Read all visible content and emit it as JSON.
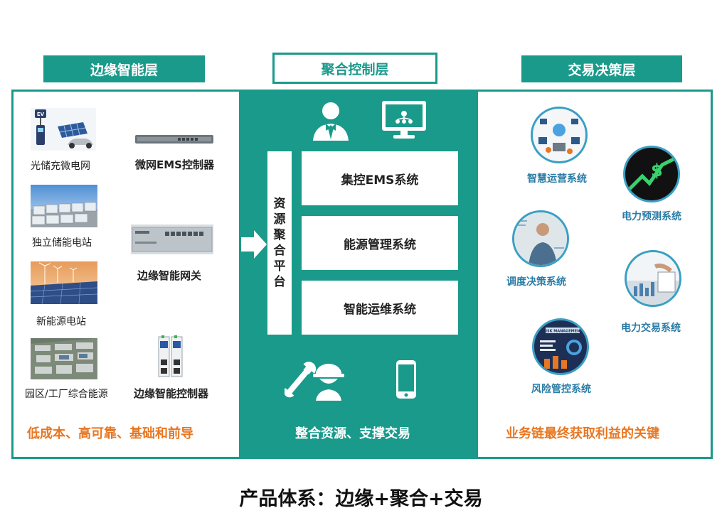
{
  "headers": {
    "left": "边缘智能层",
    "center": "聚合控制层",
    "right": "交易决策层"
  },
  "left": {
    "items": [
      {
        "label": "光储充微电网"
      },
      {
        "label": "独立储能电站"
      },
      {
        "label": "新能源电站"
      },
      {
        "label": "园区/工厂综合能源"
      }
    ],
    "devices": [
      {
        "label": "微网EMS控制器"
      },
      {
        "label": "边缘智能网关"
      },
      {
        "label": "边缘智能控制器"
      }
    ],
    "slogan": "低成本、高可靠、基础和前导",
    "ev_sign": "EV"
  },
  "center": {
    "platform": "资源聚合平台",
    "platform_chars": [
      "资",
      "源",
      "聚",
      "合",
      "平",
      "台"
    ],
    "systems": [
      {
        "label": "集控EMS系统"
      },
      {
        "label": "能源管理系统"
      },
      {
        "label": "智能运维系统"
      }
    ],
    "slogan": "整合资源、支撑交易"
  },
  "right": {
    "items": [
      {
        "label": "智慧运营系统"
      },
      {
        "label": "电力预测系统"
      },
      {
        "label": "调度决策系统"
      },
      {
        "label": "电力交易系统"
      },
      {
        "label": "风险管控系统"
      }
    ],
    "risk_banner": "RISK MANAGEMENT",
    "slogan": "业务链最终获取利益的关键"
  },
  "caption": "产品体系：边缘+聚合+交易",
  "colors": {
    "teal": "#1a9a8b",
    "orange": "#e87722",
    "blue_label": "#2a7ca6"
  }
}
